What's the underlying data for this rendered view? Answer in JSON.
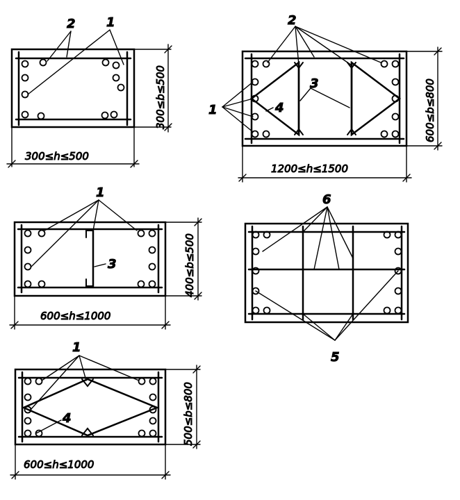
{
  "figures": [
    {
      "id": "fig-1",
      "width_label": "300≤h≤500",
      "height_label": "300≤b≤500",
      "callouts": [
        "2",
        "1"
      ]
    },
    {
      "id": "fig-2",
      "width_label": "1200≤h≤1500",
      "height_label": "600≤b≤800",
      "callouts": [
        "2",
        "3",
        "4",
        "1"
      ]
    },
    {
      "id": "fig-3",
      "width_label": "600≤h≤1000",
      "height_label": "400≤b≤500",
      "callouts": [
        "1",
        "3"
      ]
    },
    {
      "id": "fig-4",
      "width_label": "",
      "height_label": "",
      "callouts": [
        "6",
        "5"
      ]
    },
    {
      "id": "fig-5",
      "width_label": "600≤h≤1000",
      "height_label": "500≤b≤800",
      "callouts": [
        "1",
        "4"
      ]
    }
  ]
}
